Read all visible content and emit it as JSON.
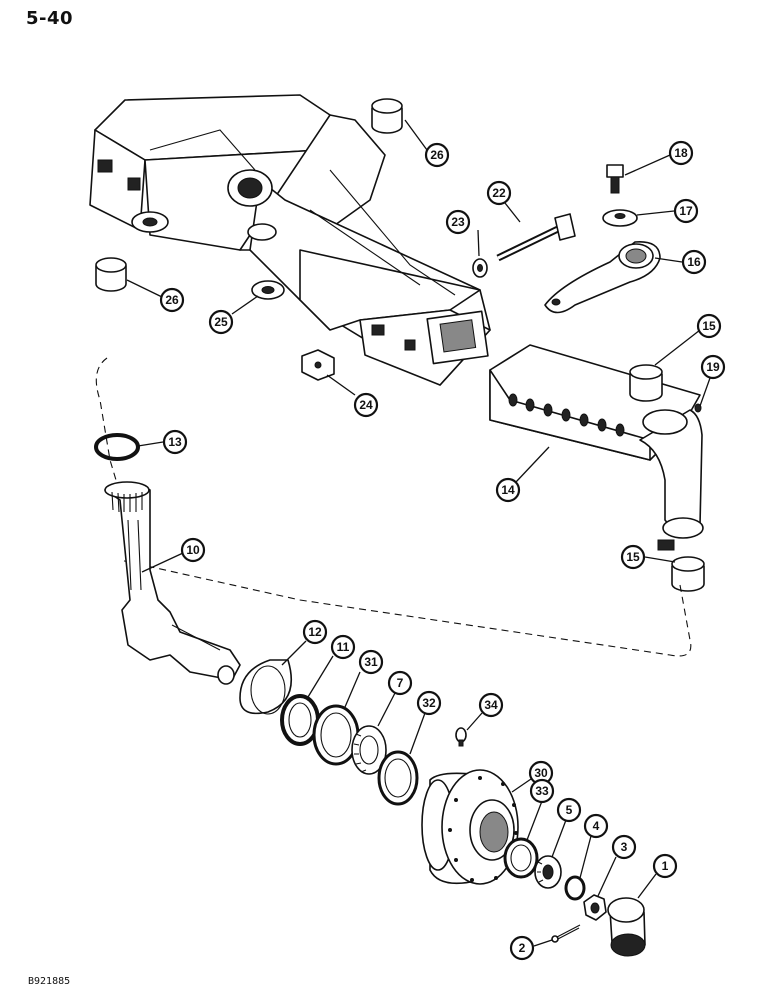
{
  "page": {
    "number": "5-40",
    "figure_code": "B921885"
  },
  "callouts": [
    "26",
    "18",
    "22",
    "17",
    "23",
    "16",
    "26",
    "25",
    "15",
    "19",
    "24",
    "13",
    "14",
    "10",
    "15",
    "12",
    "11",
    "31",
    "7",
    "32",
    "34",
    "30",
    "33",
    "5",
    "4",
    "3",
    "1",
    "2"
  ]
}
